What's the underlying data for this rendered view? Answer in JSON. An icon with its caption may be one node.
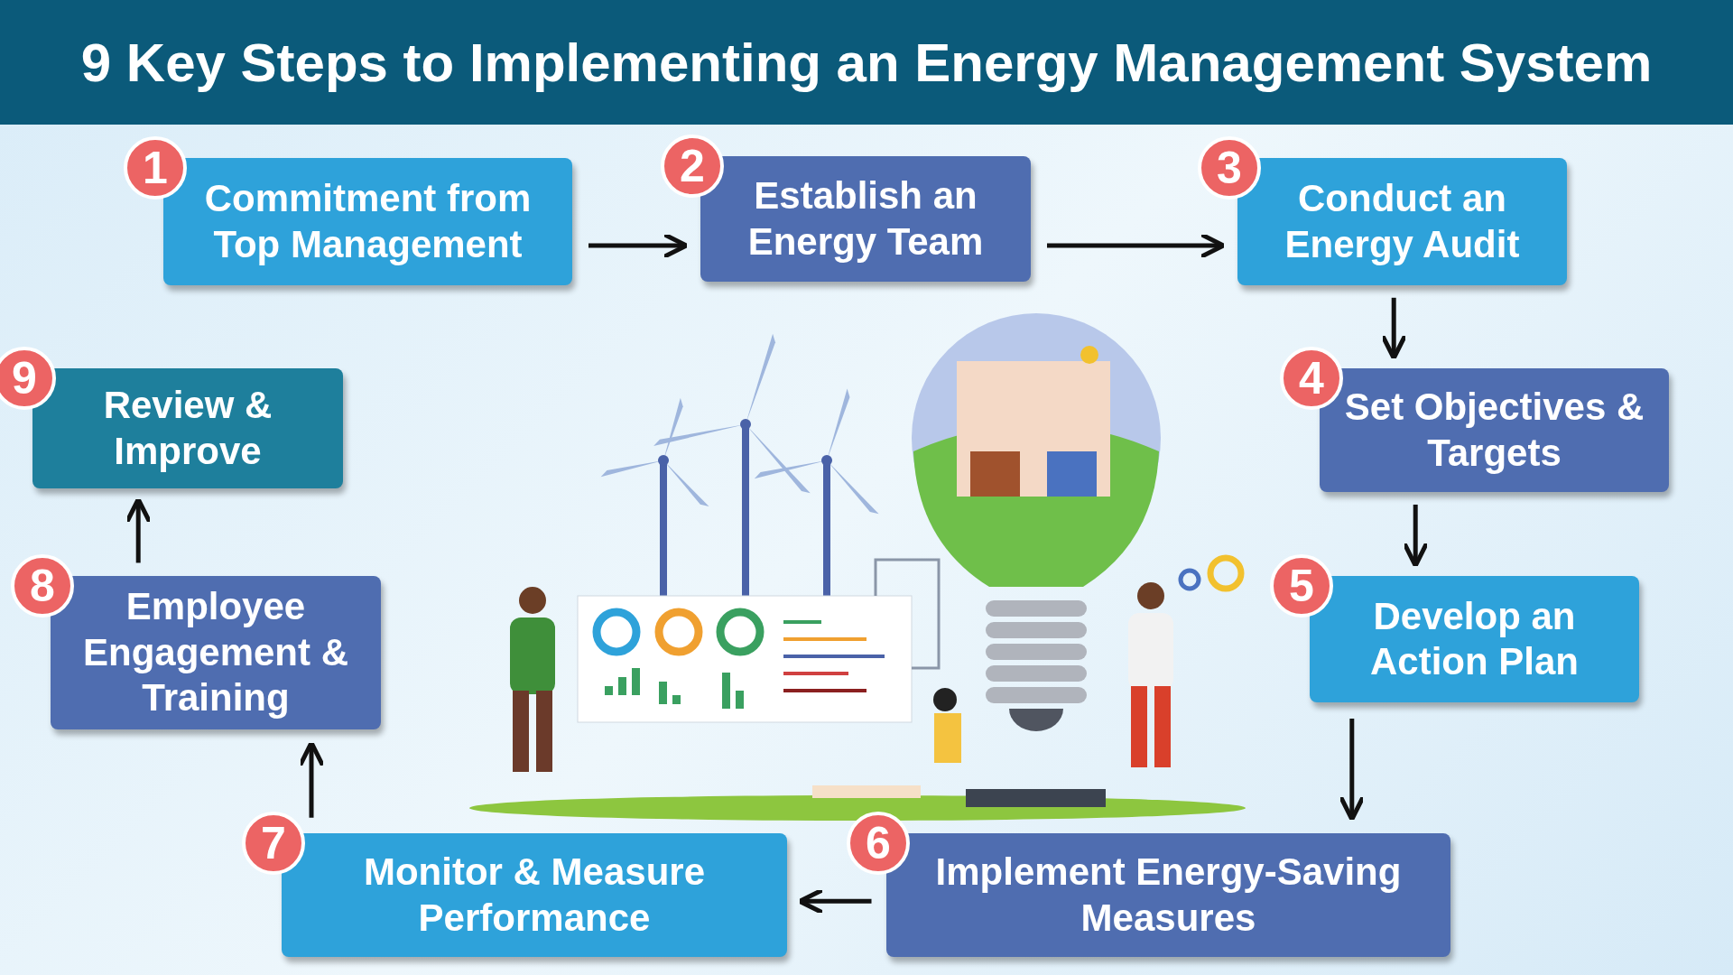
{
  "diagram": {
    "title": "9 Key Steps to Implementing an Energy Management System",
    "nodes": [
      {
        "text": [
          "1",
          "Commitment from Top Management"
        ]
      },
      {
        "text": [
          "2",
          "Establish an Energy Team"
        ]
      },
      {
        "text": [
          "3",
          "Conduct an Energy Audit"
        ]
      },
      {
        "text": [
          "4",
          "Set Objectives & Targets"
        ]
      },
      {
        "text": [
          "5",
          "Develop an Action Plan"
        ]
      },
      {
        "text": [
          "6",
          "Implement Energy-Saving Measures"
        ]
      },
      {
        "text": [
          "7",
          "Monitor & Measure Performance"
        ]
      },
      {
        "text": [
          "8",
          "Employee Engagement & Training"
        ]
      },
      {
        "text": [
          "9",
          "Review & Improve"
        ]
      }
    ],
    "edges": [
      {
        "from": 0,
        "to": 1,
        "arrow": "to"
      },
      {
        "from": 1,
        "to": 2,
        "arrow": "to"
      },
      {
        "from": 2,
        "to": 3,
        "arrow": "to"
      },
      {
        "from": 3,
        "to": 4,
        "arrow": "to"
      },
      {
        "from": 4,
        "to": 5,
        "arrow": "to"
      },
      {
        "from": 5,
        "to": 6,
        "arrow": "to"
      },
      {
        "from": 6,
        "to": 7,
        "arrow": "to"
      },
      {
        "from": 7,
        "to": 8,
        "arrow": "to"
      }
    ]
  }
}
